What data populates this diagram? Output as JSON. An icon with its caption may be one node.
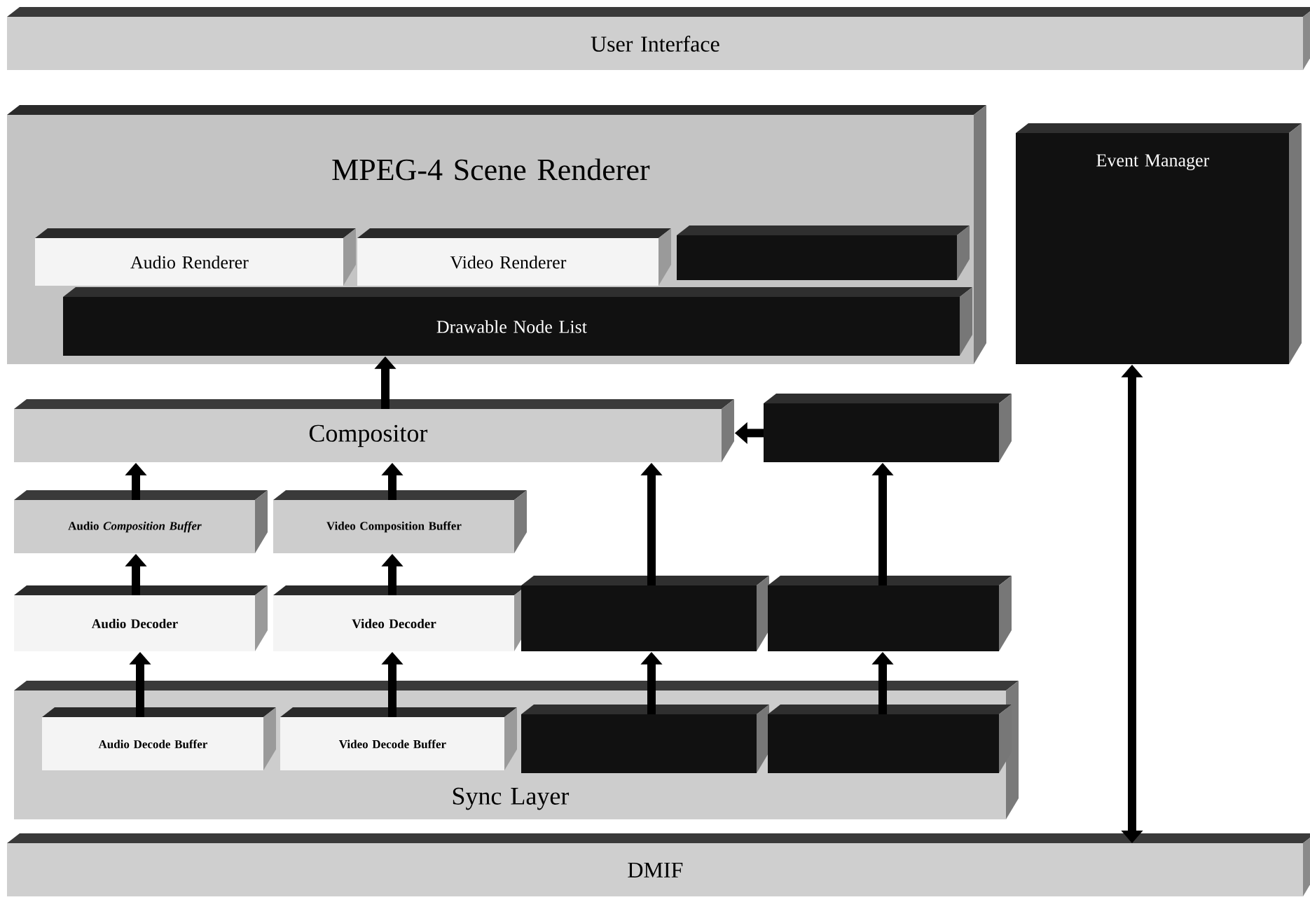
{
  "diagram": {
    "nodes": [
      {
        "text": [
          "User Interface"
        ]
      },
      {
        "text": [
          "MPEG-4 Scene Renderer"
        ]
      },
      {
        "text": [
          "Audio Renderer"
        ],
        "in": 1
      },
      {
        "text": [
          "Video Renderer"
        ],
        "in": 1
      },
      {
        "text": [],
        "shape": "box",
        "in": 1
      },
      {
        "text": [
          "Drawable Node List"
        ],
        "in": 1
      },
      {
        "text": [
          "Event Manager"
        ]
      },
      {
        "text": [
          "Compositor"
        ]
      },
      {
        "text": [],
        "shape": "box"
      },
      {
        "text": [
          "Audio *Composition Buffer*"
        ]
      },
      {
        "text": [
          "Video Composition Buffer"
        ]
      },
      {
        "text": [
          "Audio Decoder"
        ]
      },
      {
        "text": [
          "Video Decoder"
        ]
      },
      {
        "text": [],
        "shape": "box"
      },
      {
        "text": [],
        "shape": "box"
      },
      {
        "text": [
          "Sync Layer"
        ]
      },
      {
        "text": [
          "Audio Decode Buffer"
        ],
        "in": 15
      },
      {
        "text": [
          "Video Decode Buffer"
        ],
        "in": 15
      },
      {
        "text": [],
        "shape": "box",
        "in": 15
      },
      {
        "text": [],
        "shape": "box",
        "in": 15
      },
      {
        "text": [
          "DMIF"
        ]
      }
    ],
    "edges": [
      {
        "from": 16,
        "to": 11,
        "arrow": "to"
      },
      {
        "from": 11,
        "to": 9,
        "arrow": "to"
      },
      {
        "from": 9,
        "to": 7,
        "arrow": "to"
      },
      {
        "from": 17,
        "to": 12,
        "arrow": "to"
      },
      {
        "from": 12,
        "to": 10,
        "arrow": "to"
      },
      {
        "from": 10,
        "to": 7,
        "arrow": "to"
      },
      {
        "from": 18,
        "to": 13,
        "arrow": "to"
      },
      {
        "from": 13,
        "to": 7,
        "arrow": "to"
      },
      {
        "from": 19,
        "to": 14,
        "arrow": "to"
      },
      {
        "from": 14,
        "to": 8,
        "arrow": "to"
      },
      {
        "from": 8,
        "to": 7,
        "arrow": "to"
      },
      {
        "from": 7,
        "to": 5,
        "arrow": "to"
      },
      {
        "from": 6,
        "to": 20,
        "arrow": "both"
      }
    ]
  }
}
